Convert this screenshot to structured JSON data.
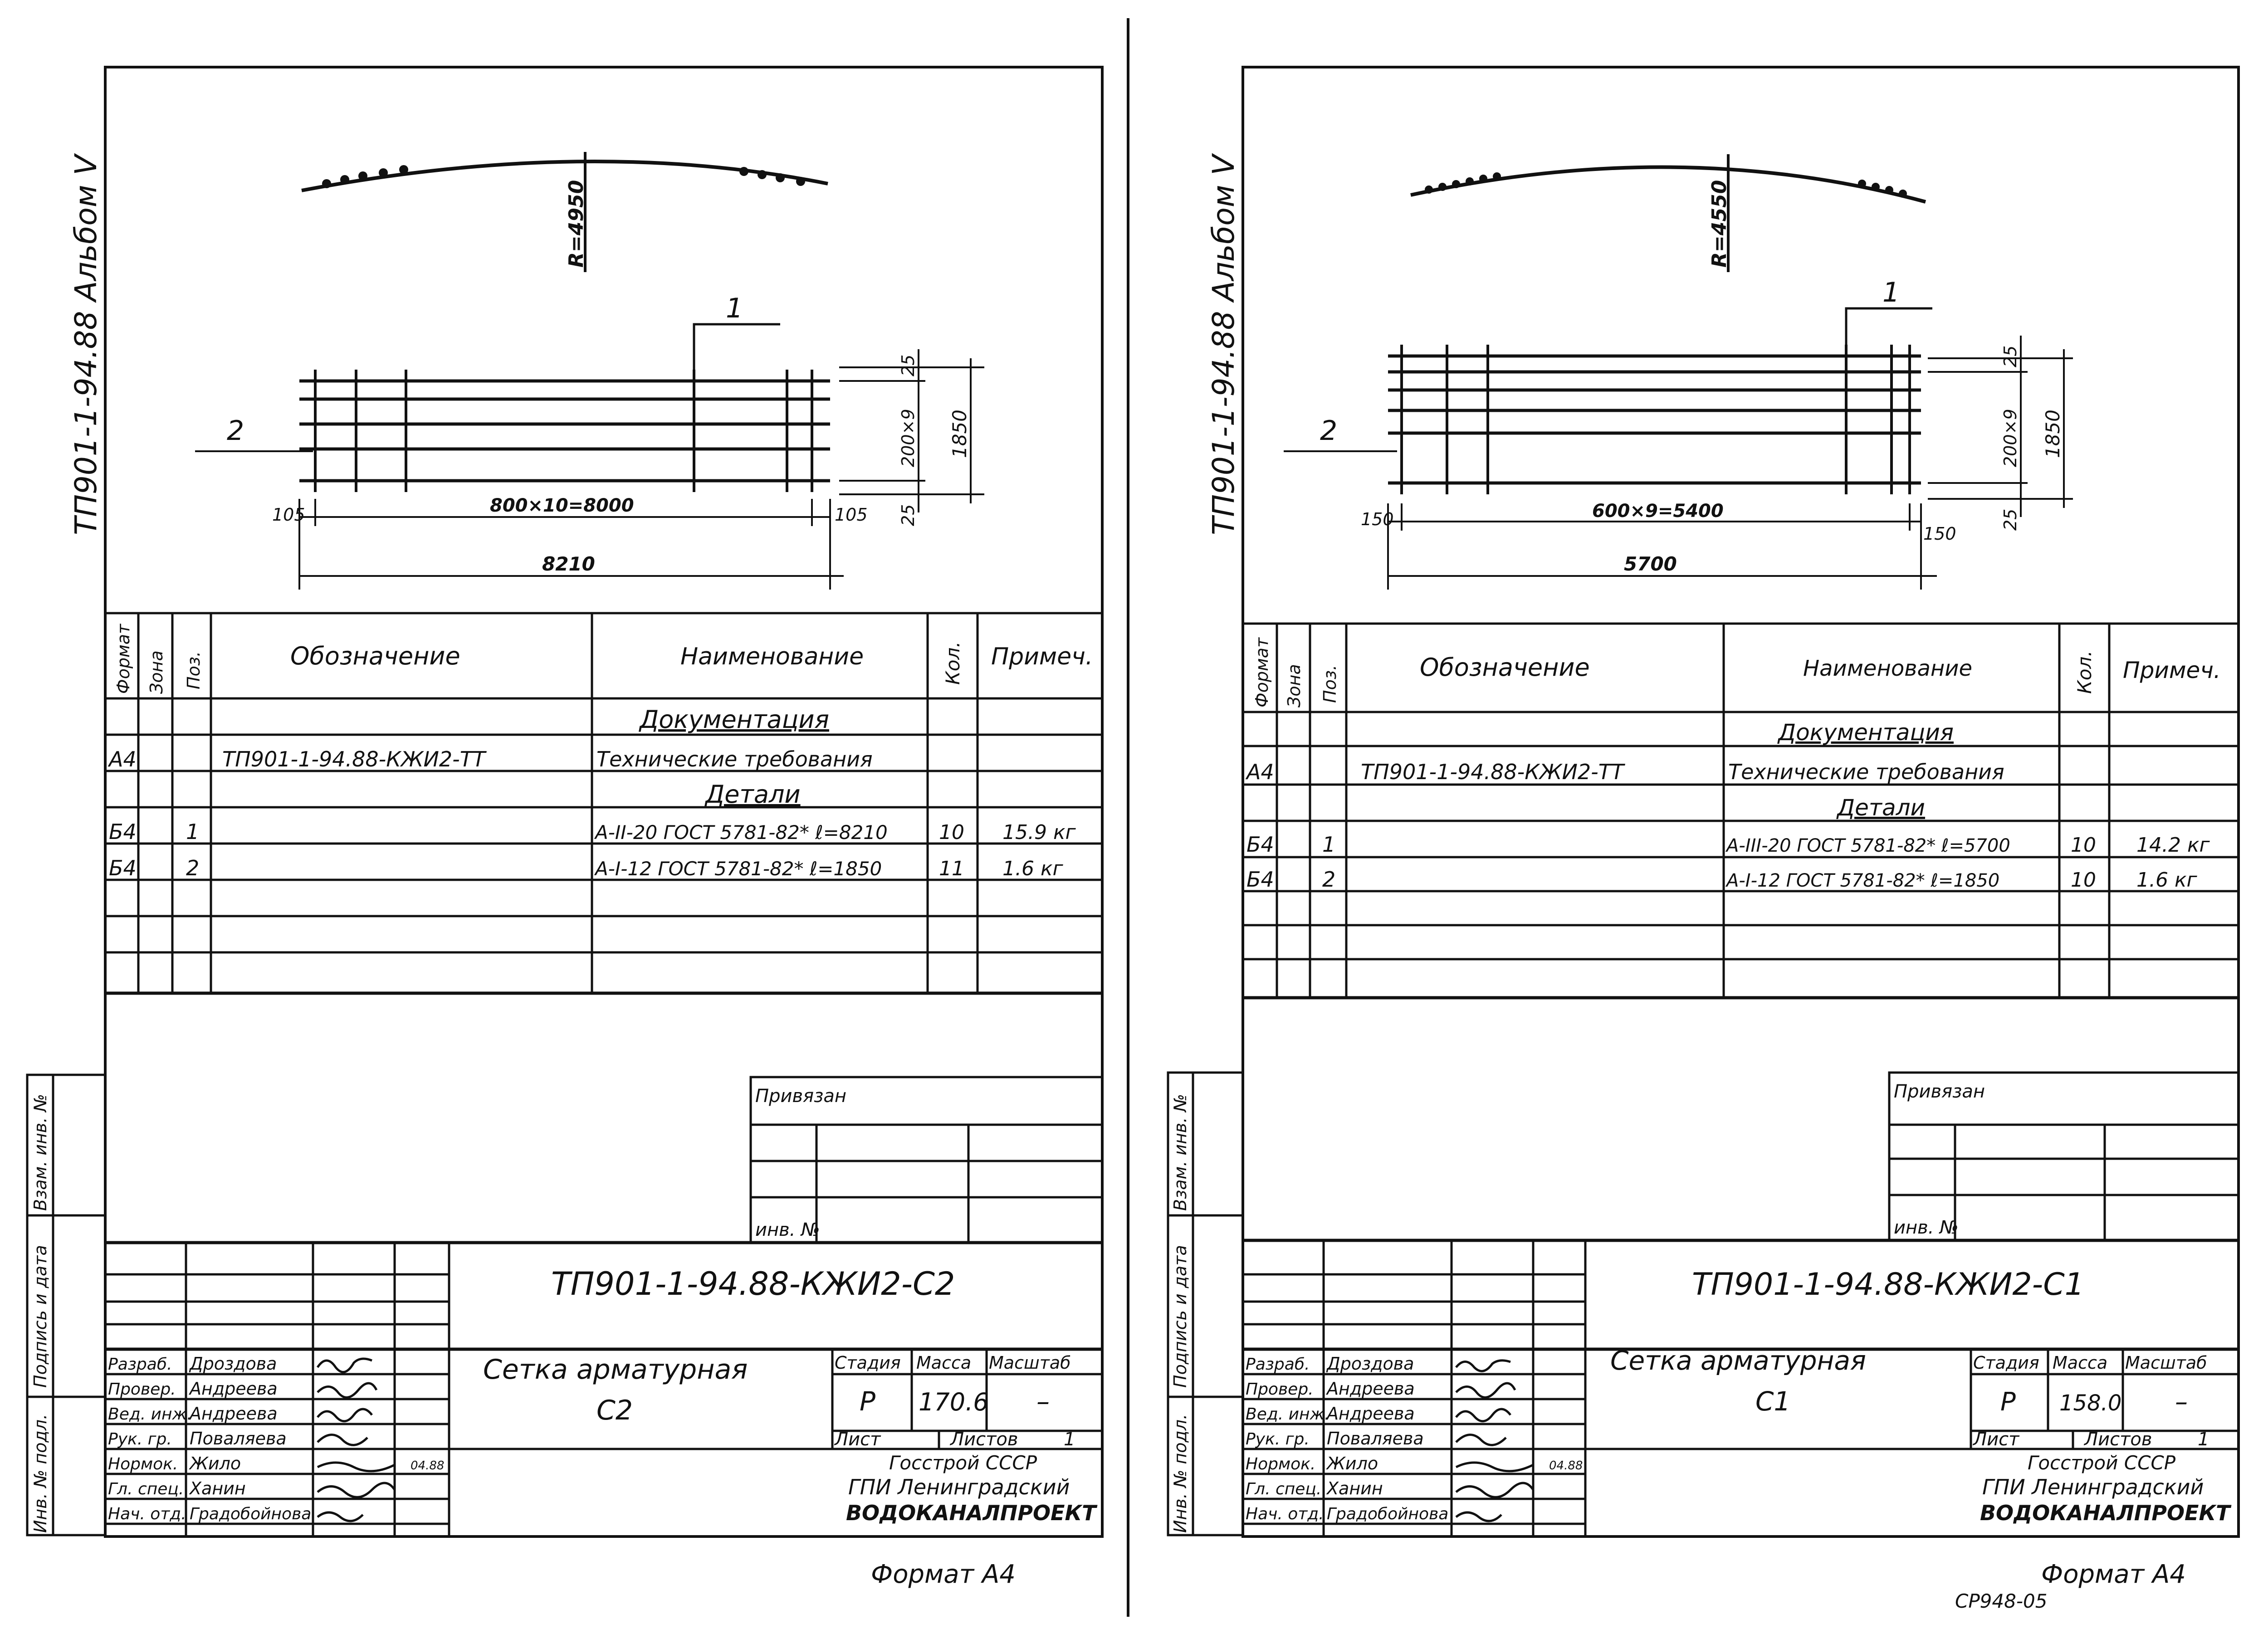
{
  "sheets": [
    {
      "vertical_title": "ТП901-1-94.88 Альбом V",
      "radius_label": "R=4950",
      "callout_1": "1",
      "callout_2": "2",
      "dim_top": "25",
      "dim_mid": "200×9",
      "dim_bottom": "25",
      "dim_total_height": "1850",
      "dim_left_end": "105",
      "dim_spacing": "800×10=8000",
      "dim_right_end": "105",
      "dim_overall": "8210",
      "spec_headers": {
        "format": "Формат",
        "zone": "Зона",
        "pos": "Поз.",
        "designation": "Обозначение",
        "name": "Наименование",
        "qty": "Кол.",
        "note": "Примеч."
      },
      "spec_sections": {
        "documentation": "Документация",
        "details": "Детали"
      },
      "spec_rows": [
        {
          "format": "А4",
          "pos": "",
          "designation": "ТП901-1-94.88-КЖИ2-ТТ",
          "name": "Технические требования",
          "qty": "",
          "note": ""
        },
        {
          "format": "Б4",
          "pos": "1",
          "designation": "",
          "name": "А-II-20 ГОСТ 5781-82* ℓ=8210",
          "qty": "10",
          "note": "15.9 кг"
        },
        {
          "format": "Б4",
          "pos": "2",
          "designation": "",
          "name": "А-I-12 ГОСТ 5781-82* ℓ=1850",
          "qty": "11",
          "note": "1.6 кг"
        }
      ],
      "binding": {
        "label": "Привязан",
        "inv_label": "инв. №"
      },
      "side_stamp": {
        "col1": "Инв. № подл.",
        "col2": "Подпись и дата",
        "col3": "Взам. инв. №"
      },
      "title_block": {
        "code": "ТП901-1-94.88-КЖИ2-С2",
        "title_line1": "Сетка арматурная",
        "title_line2": "С2",
        "stage_label": "Стадия",
        "mass_label": "Масса",
        "scale_label": "Масштаб",
        "stage": "Р",
        "mass": "170.6",
        "scale": "–",
        "sheet_label": "Лист",
        "sheets_label": "Листов",
        "sheets_count": "1",
        "org_line1": "Госстрой СССР",
        "org_line2": "ГПИ Ленинградский",
        "org_line3": "ВОДОКАНАЛПРОЕКТ",
        "roles": [
          "Разраб.",
          "Провер.",
          "Вед. инж.",
          "Рук. гр.",
          "Нормок.",
          "Гл. спец.",
          "Нач. отд."
        ],
        "people": [
          "Дроздова",
          "Андреева",
          "Андреева",
          "Поваляева",
          "Жило",
          "Ханин",
          "Градобойнова"
        ],
        "date": "04.88"
      },
      "format_label": "Формат А4"
    },
    {
      "vertical_title": "ТП901-1-94.88 Альбом V",
      "radius_label": "R=4550",
      "callout_1": "1",
      "callout_2": "2",
      "dim_top": "25",
      "dim_mid": "200×9",
      "dim_bottom": "25",
      "dim_total_height": "1850",
      "dim_left_end": "150",
      "dim_spacing": "600×9=5400",
      "dim_right_end": "150",
      "dim_overall": "5700",
      "spec_headers": {
        "format": "Формат",
        "zone": "Зона",
        "pos": "Поз.",
        "designation": "Обозначение",
        "name": "Наименование",
        "qty": "Кол.",
        "note": "Примеч."
      },
      "spec_sections": {
        "documentation": "Документация",
        "details": "Детали"
      },
      "spec_rows": [
        {
          "format": "А4",
          "pos": "",
          "designation": "ТП901-1-94.88-КЖИ2-ТТ",
          "name": "Технические требования",
          "qty": "",
          "note": ""
        },
        {
          "format": "Б4",
          "pos": "1",
          "designation": "",
          "name": "А-III-20 ГОСТ 5781-82* ℓ=5700",
          "qty": "10",
          "note": "14.2 кг"
        },
        {
          "format": "Б4",
          "pos": "2",
          "designation": "",
          "name": "А-I-12 ГОСТ 5781-82* ℓ=1850",
          "qty": "10",
          "note": "1.6 кг"
        }
      ],
      "binding": {
        "label": "Привязан",
        "inv_label": "инв. №"
      },
      "side_stamp": {
        "col1": "Инв. № подл.",
        "col2": "Подпись и дата",
        "col3": "Взам. инв. №"
      },
      "title_block": {
        "code": "ТП901-1-94.88-КЖИ2-С1",
        "title_line1": "Сетка арматурная",
        "title_line2": "С1",
        "stage_label": "Стадия",
        "mass_label": "Масса",
        "scale_label": "Масштаб",
        "stage": "Р",
        "mass": "158.0",
        "scale": "–",
        "sheet_label": "Лист",
        "sheets_label": "Листов",
        "sheets_count": "1",
        "org_line1": "Госстрой СССР",
        "org_line2": "ГПИ Ленинградский",
        "org_line3": "ВОДОКАНАЛПРОЕКТ",
        "roles": [
          "Разраб.",
          "Провер.",
          "Вед. инж.",
          "Рук. гр.",
          "Нормок.",
          "Гл. спец.",
          "Нач. отд."
        ],
        "people": [
          "Дроздова",
          "Андреева",
          "Андреева",
          "Поваляева",
          "Жило",
          "Ханин",
          "Градобойнова"
        ],
        "date": "04.88"
      },
      "format_label": "Формат А4",
      "bottom_code": "СР948-05"
    }
  ]
}
